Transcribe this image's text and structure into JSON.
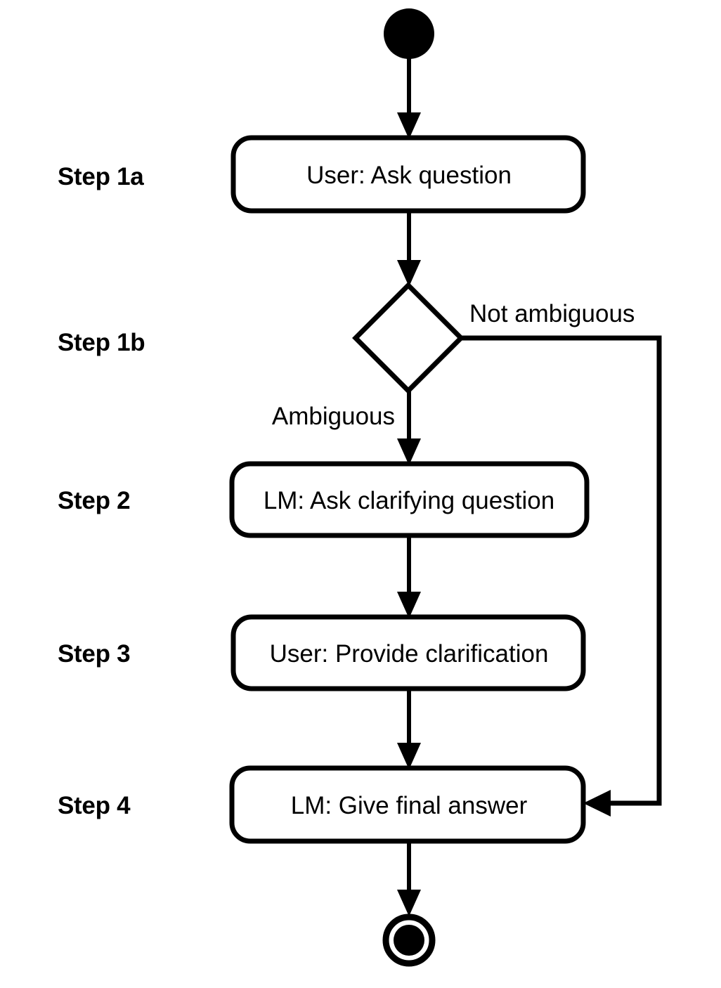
{
  "diagram": {
    "title": "Clarifying-question activity diagram",
    "type": "uml-activity-diagram",
    "background_color": "#ffffff",
    "stroke_color": "#000000",
    "fill_color": "#ffffff"
  },
  "step_labels": [
    {
      "id": "step-1a",
      "text": "Step 1a"
    },
    {
      "id": "step-1b",
      "text": "Step 1b"
    },
    {
      "id": "step-2",
      "text": "Step 2"
    },
    {
      "id": "step-3",
      "text": "Step 3"
    },
    {
      "id": "step-4",
      "text": "Step 4"
    }
  ],
  "nodes": [
    {
      "id": "start",
      "kind": "initial-node",
      "text": ""
    },
    {
      "id": "action-1",
      "kind": "action",
      "text": "User: Ask question"
    },
    {
      "id": "decision",
      "kind": "decision",
      "text": ""
    },
    {
      "id": "action-2",
      "kind": "action",
      "text": "LM: Ask clarifying question"
    },
    {
      "id": "action-3",
      "kind": "action",
      "text": "User: Provide clarification"
    },
    {
      "id": "action-4",
      "kind": "action",
      "text": "LM: Give final answer"
    },
    {
      "id": "end",
      "kind": "final-node",
      "text": ""
    }
  ],
  "edge_labels": [
    {
      "id": "branch-not-ambiguous",
      "text": "Not ambiguous"
    },
    {
      "id": "branch-ambiguous",
      "text": "Ambiguous"
    }
  ]
}
